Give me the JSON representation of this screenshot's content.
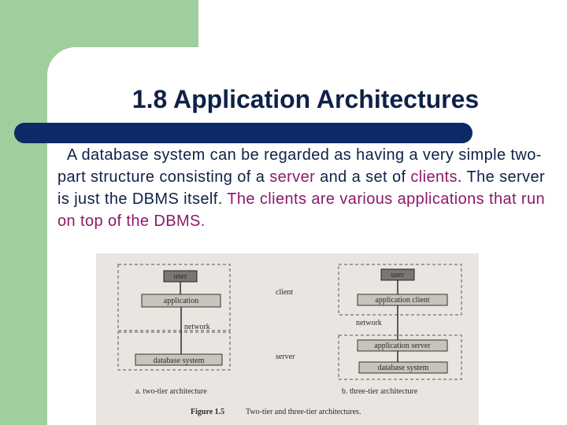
{
  "slide": {
    "title": "1.8  Application Architectures",
    "paragraph": {
      "p1": "A database system can be regarded as having a very simple two-part structure consisting of a ",
      "server": "server",
      "p2": " and a set of ",
      "clients": "clients",
      "p3": ". The server is just the DBMS itself. ",
      "p4": "The clients are various applications that run on top of the DBMS."
    },
    "colors": {
      "green": "#9fcf9c",
      "bar": "#0b2a66",
      "text": "#0f2147",
      "highlight": "#8b1a6a"
    }
  },
  "figure": {
    "two_tier": {
      "user": "user",
      "application": "application",
      "network": "network",
      "database": "database system",
      "caption": "a.  two-tier architecture"
    },
    "middle": {
      "client": "client",
      "server": "server"
    },
    "three_tier": {
      "user": "user",
      "app_client": "application client",
      "network": "network",
      "app_server": "application server",
      "database": "database system",
      "caption": "b.  three-tier architecture"
    },
    "figure_label": "Figure 1.5",
    "figure_caption": "Two-tier and three-tier architectures."
  }
}
